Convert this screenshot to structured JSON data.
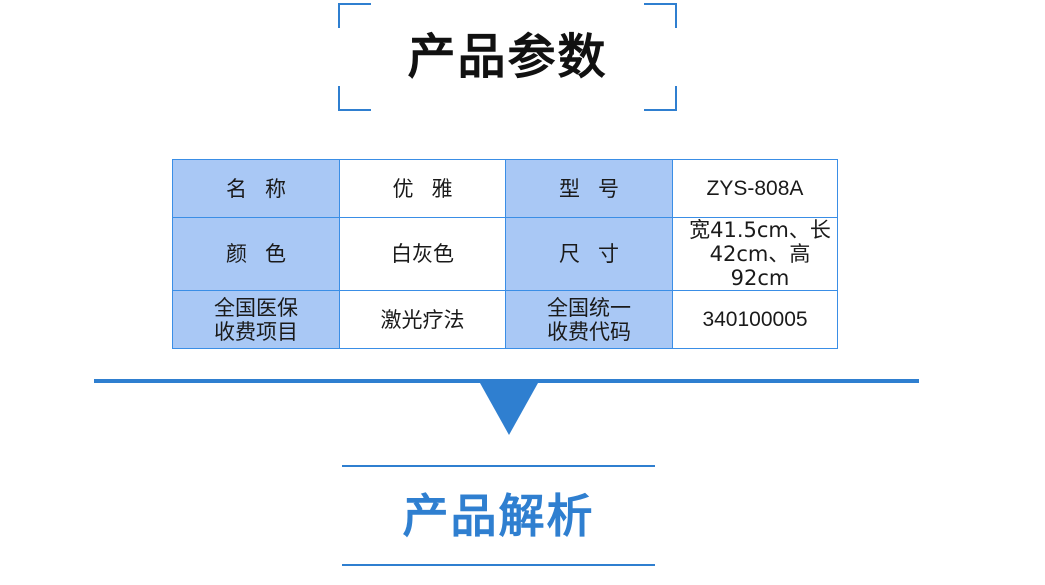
{
  "header": {
    "title": "产品参数"
  },
  "params": {
    "row1": {
      "name_label": "名称",
      "name_value": "优雅",
      "model_label": "型号",
      "model_value": "ZYS-808A"
    },
    "row2": {
      "color_label": "颜色",
      "color_value": "白灰色",
      "size_label": "尺寸",
      "size_value_line1": "宽41.5cm、长",
      "size_value_line2": "42cm、高92cm"
    },
    "row3": {
      "insurance_label_line1": "全国医保",
      "insurance_label_line2": "收费项目",
      "insurance_value": "激光疗法",
      "code_label_line1": "全国统一",
      "code_label_line2": "收费代码",
      "code_value": "340100005"
    }
  },
  "section": {
    "title": "产品解析"
  },
  "colors": {
    "accent": "#2f7fd0",
    "label_bg": "#a9c8f5",
    "border": "#3a8ee6"
  }
}
